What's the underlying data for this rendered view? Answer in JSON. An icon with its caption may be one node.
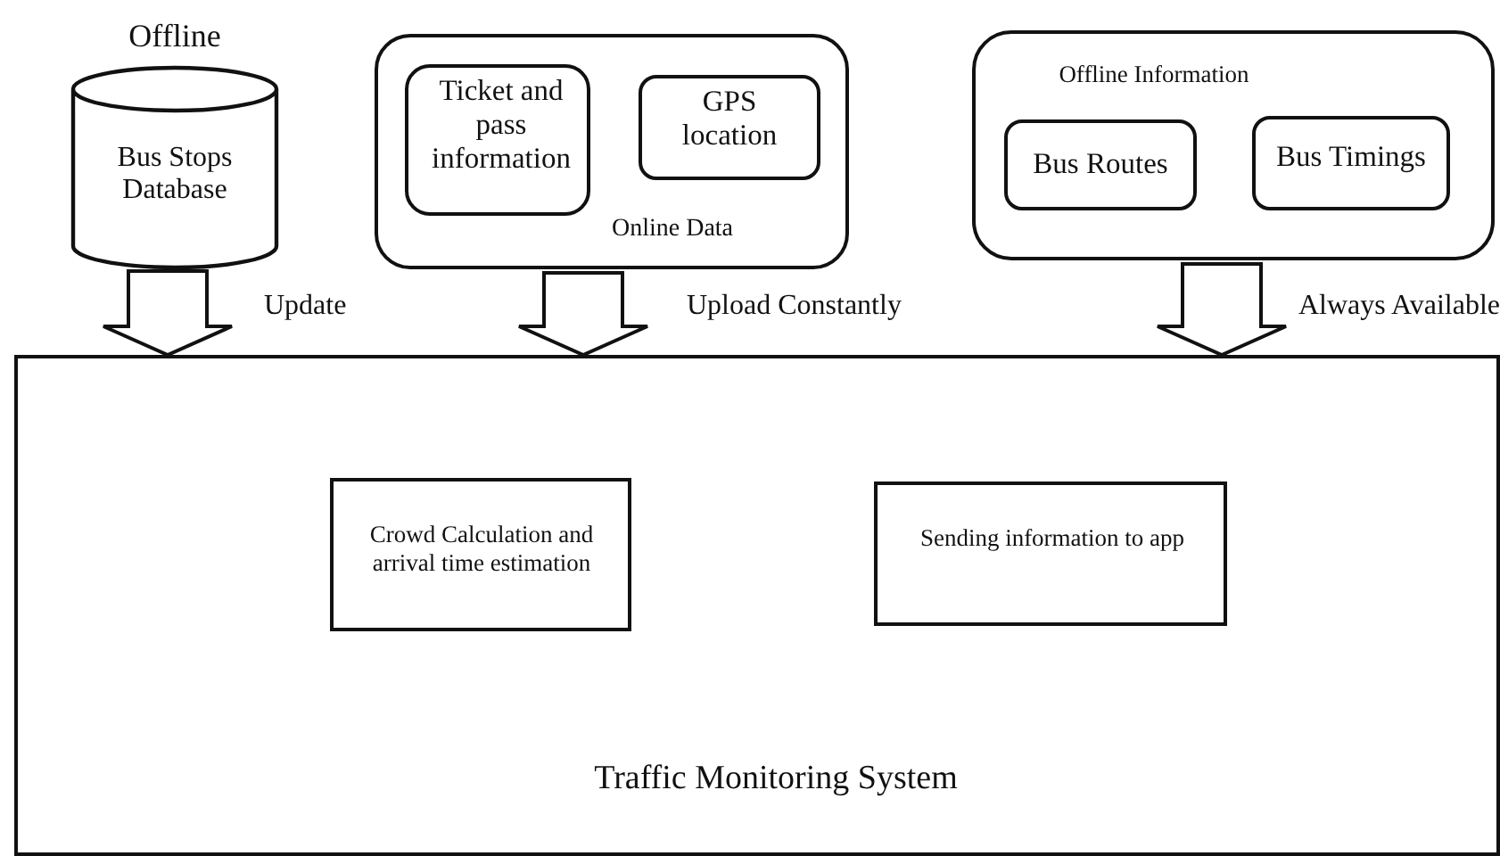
{
  "diagram": {
    "nodes": [
      {
        "text": [
          "Bus Stops Database"
        ],
        "beside": [
          "Offline"
        ]
      },
      {
        "text": [
          "Online Data"
        ]
      },
      {
        "text": [
          "Ticket and pass information"
        ],
        "in": 1
      },
      {
        "text": [
          "GPS location"
        ],
        "in": 1
      },
      {
        "text": [
          "Offline Information"
        ]
      },
      {
        "text": [
          "Bus Routes"
        ],
        "in": 4
      },
      {
        "text": [
          "Bus Timings"
        ],
        "in": 4
      },
      {
        "text": [
          "Traffic Monitoring System"
        ]
      },
      {
        "text": [
          "Crowd Calculation and arrival time estimation"
        ],
        "in": 7
      },
      {
        "text": [
          "Sending information to app"
        ],
        "in": 7
      }
    ],
    "edges": [
      {
        "from": 0,
        "to": 7,
        "arrow": "to",
        "label": "Update"
      },
      {
        "from": 1,
        "to": 7,
        "arrow": "to",
        "label": "Upload Constantly"
      },
      {
        "from": 4,
        "to": 7,
        "arrow": "to",
        "label": "Always Available"
      }
    ]
  }
}
